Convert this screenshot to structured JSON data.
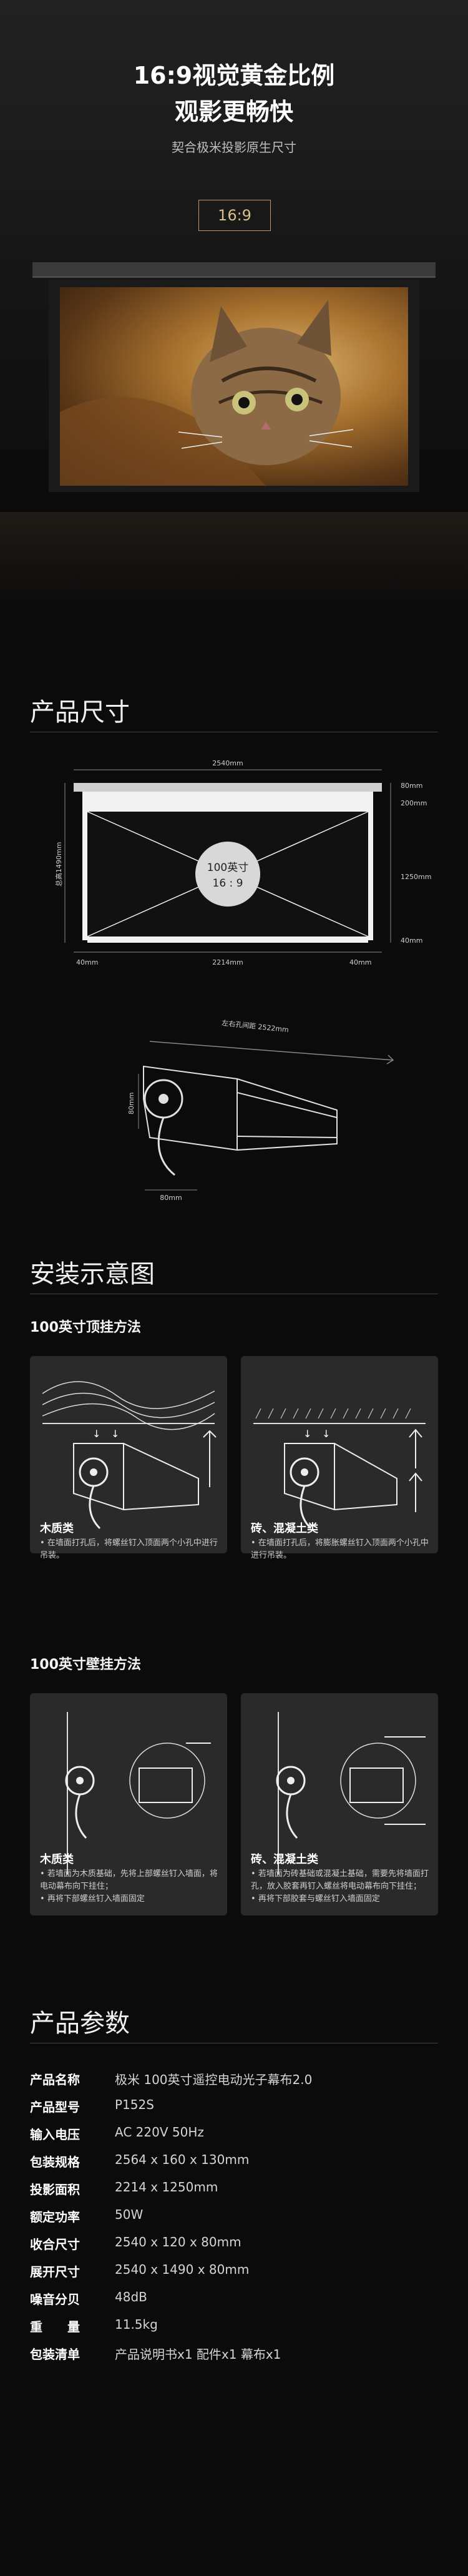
{
  "hero": {
    "title_line1": "16:9视觉黄金比例",
    "title_line2": "观影更畅快",
    "subtitle": "契合极米投影原生尺寸",
    "badge": "16:9"
  },
  "size_section": {
    "title": "产品尺寸",
    "dims": {
      "total_width": "2540mm",
      "top_gap": "80mm",
      "top_black": "200mm",
      "screen_height": "1250mm",
      "total_height": "总高1490mm",
      "bottom_black": "40mm",
      "left_margin": "40mm",
      "screen_width": "2214mm",
      "right_margin": "40mm",
      "badge_line1": "100英寸",
      "badge_line2": "16 : 9",
      "hole_distance": "左右孔间距 2522mm",
      "side_height": "80mm",
      "side_width": "80mm"
    }
  },
  "install_section": {
    "title": "安装示意图",
    "ceiling_title": "100英寸顶挂方法",
    "wall_title": "100英寸壁挂方法",
    "ceiling_cards": [
      {
        "title": "木质类",
        "bullets": [
          "在墙面打孔后，将螺丝钉入顶面两个小孔中进行吊装。"
        ]
      },
      {
        "title": "砖、混凝土类",
        "bullets": [
          "在墙面打孔后，将膨胀螺丝钉入顶面两个小孔中进行吊装。"
        ]
      }
    ],
    "wall_cards": [
      {
        "title": "木质类",
        "bullets": [
          "若墙面为木质基础，先将上部螺丝钉入墙面，将电动幕布向下挂住；",
          "再将下部螺丝钉入墙面固定"
        ]
      },
      {
        "title": "砖、混凝土类",
        "bullets": [
          "若墙面为砖基础或混凝土基础，需要先将墙面打孔，放入胶套再钉入螺丝将电动幕布向下挂住；",
          "再将下部胶套与螺丝钉入墙面固定"
        ]
      }
    ]
  },
  "specs_section": {
    "title": "产品参数",
    "rows": [
      {
        "label": "产品名称",
        "value": "极米 100英寸遥控电动光子幕布2.0"
      },
      {
        "label": "产品型号",
        "value": "P152S"
      },
      {
        "label": "输入电压",
        "value": "AC 220V  50Hz"
      },
      {
        "label": "包装规格",
        "value": "2564 x 160 x 130mm"
      },
      {
        "label": "投影面积",
        "value": "2214 x 1250mm"
      },
      {
        "label": "额定功率",
        "value": "50W"
      },
      {
        "label": "收合尺寸",
        "value": "2540 x 120 x 80mm"
      },
      {
        "label": "展开尺寸",
        "value": "2540 x 1490 x 80mm"
      },
      {
        "label": "噪音分贝",
        "value": "48dB"
      },
      {
        "label": "重　　量",
        "value": "11.5kg"
      },
      {
        "label": "包装清单",
        "value": "产品说明书x1  配件x1  幕布x1"
      }
    ]
  },
  "colors": {
    "background": "#0b0b0b",
    "gold": "#d9bf8a",
    "card": "#2a2a2a"
  }
}
